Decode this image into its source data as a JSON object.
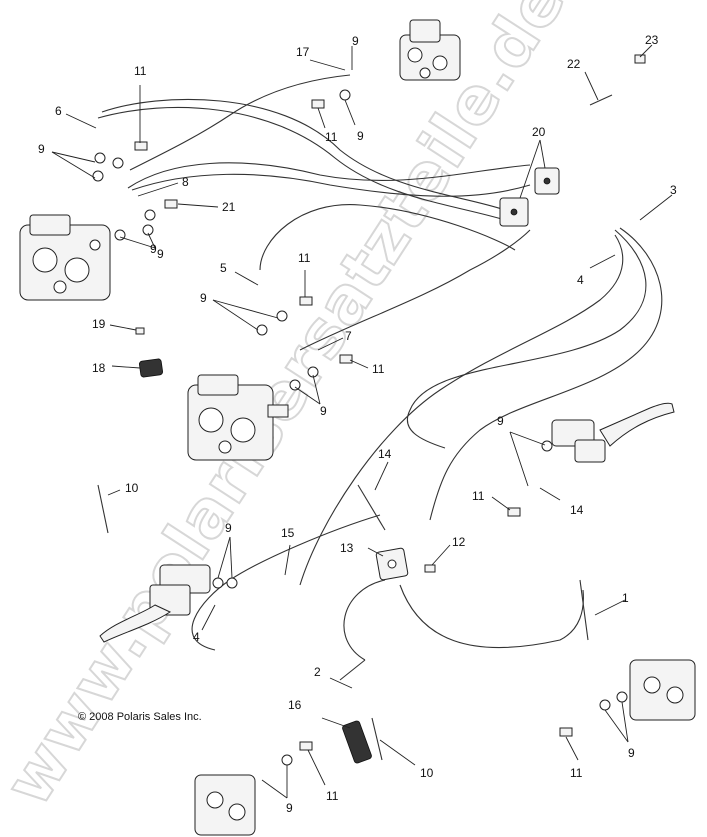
{
  "copyright": "© 2008 Polaris Sales Inc.",
  "watermark": "www.polarisersatzteile.de",
  "callouts": [
    {
      "id": "c1",
      "label": "1"
    },
    {
      "id": "c2",
      "label": "2"
    },
    {
      "id": "c3",
      "label": "3"
    },
    {
      "id": "c4a",
      "label": "4"
    },
    {
      "id": "c4b",
      "label": "4"
    },
    {
      "id": "c5",
      "label": "5"
    },
    {
      "id": "c6",
      "label": "6"
    },
    {
      "id": "c7",
      "label": "7"
    },
    {
      "id": "c8",
      "label": "8"
    },
    {
      "id": "c9a",
      "label": "9"
    },
    {
      "id": "c9b",
      "label": "9"
    },
    {
      "id": "c9c",
      "label": "9"
    },
    {
      "id": "c9d",
      "label": "9"
    },
    {
      "id": "c9e",
      "label": "9"
    },
    {
      "id": "c9f",
      "label": "9"
    },
    {
      "id": "c9g",
      "label": "9"
    },
    {
      "id": "c9h",
      "label": "9"
    },
    {
      "id": "c9i",
      "label": "9"
    },
    {
      "id": "c9j",
      "label": "9"
    },
    {
      "id": "c9k",
      "label": "9"
    },
    {
      "id": "c10a",
      "label": "10"
    },
    {
      "id": "c10b",
      "label": "10"
    },
    {
      "id": "c11a",
      "label": "11"
    },
    {
      "id": "c11b",
      "label": "11"
    },
    {
      "id": "c11c",
      "label": "11"
    },
    {
      "id": "c11d",
      "label": "11"
    },
    {
      "id": "c11e",
      "label": "11"
    },
    {
      "id": "c11f",
      "label": "11"
    },
    {
      "id": "c11g",
      "label": "11"
    },
    {
      "id": "c12",
      "label": "12"
    },
    {
      "id": "c13",
      "label": "13"
    },
    {
      "id": "c14a",
      "label": "14"
    },
    {
      "id": "c14b",
      "label": "14"
    },
    {
      "id": "c15",
      "label": "15"
    },
    {
      "id": "c16",
      "label": "16"
    },
    {
      "id": "c17",
      "label": "17"
    },
    {
      "id": "c18",
      "label": "18"
    },
    {
      "id": "c19",
      "label": "19"
    },
    {
      "id": "c20",
      "label": "20"
    },
    {
      "id": "c21",
      "label": "21"
    },
    {
      "id": "c22",
      "label": "22"
    },
    {
      "id": "c23",
      "label": "23"
    }
  ]
}
